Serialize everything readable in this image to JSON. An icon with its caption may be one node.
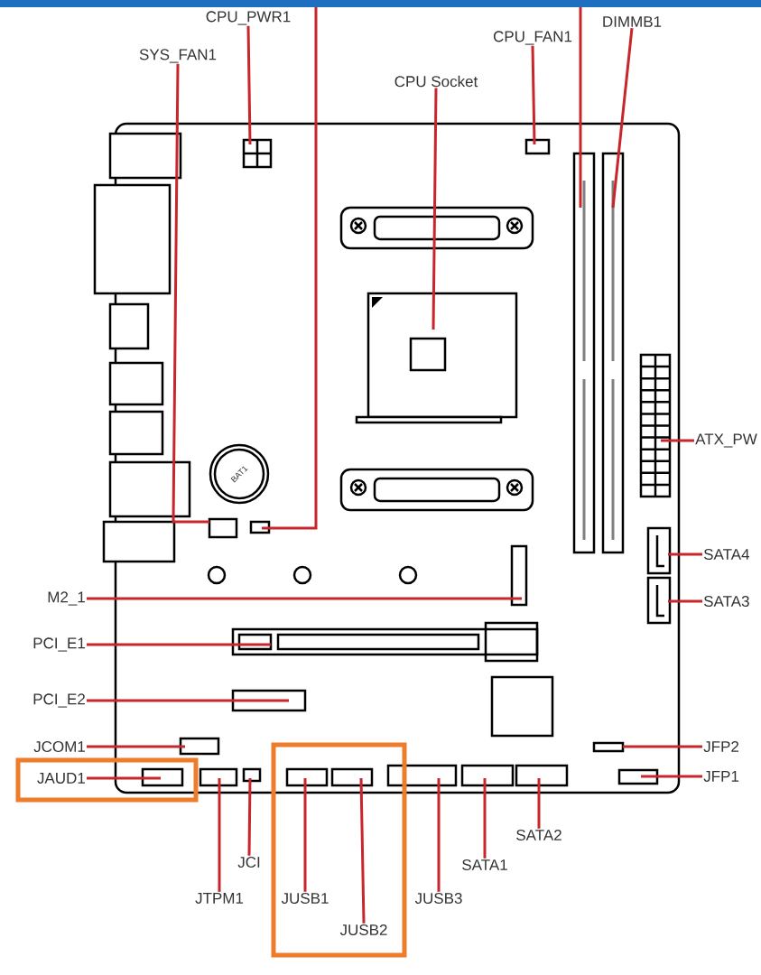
{
  "diagram": {
    "nodes": [
      {
        "text": [
          "SYS_FAN1"
        ]
      },
      {
        "text": [
          "CPU_PWR1"
        ]
      },
      {
        "text": [
          "CPU Socket"
        ]
      },
      {
        "text": [
          "CPU_FAN1"
        ]
      },
      {
        "text": [
          "DIMMB1"
        ]
      },
      {
        "text": [
          "ATX_PW"
        ]
      },
      {
        "text": [
          "SATA4"
        ]
      },
      {
        "text": [
          "SATA3"
        ]
      },
      {
        "text": [
          "M2_1"
        ]
      },
      {
        "text": [
          "PCI_E1"
        ]
      },
      {
        "text": [
          "PCI_E2"
        ]
      },
      {
        "text": [
          "JCOM1"
        ]
      },
      {
        "text": [],
        "shape": "box"
      },
      {
        "text": [
          "JAUD1"
        ],
        "in": 12
      },
      {
        "text": [
          "JTPM1"
        ]
      },
      {
        "text": [
          "JCI"
        ]
      },
      {
        "text": [],
        "shape": "box"
      },
      {
        "text": [
          "JUSB1"
        ],
        "in": 16
      },
      {
        "text": [
          "JUSB2"
        ],
        "in": 16
      },
      {
        "text": [
          "JUSB3"
        ]
      },
      {
        "text": [
          "SATA1"
        ]
      },
      {
        "text": [
          "SATA2"
        ]
      },
      {
        "text": [
          "JFP2"
        ]
      },
      {
        "text": [
          "JFP1"
        ]
      }
    ],
    "edges": [
      {
        "from": 0,
        "to": null,
        "arrow": "none"
      },
      {
        "from": 1,
        "to": null,
        "arrow": "none"
      },
      {
        "from": 2,
        "to": null,
        "arrow": "none"
      },
      {
        "from": 3,
        "to": null,
        "arrow": "none"
      },
      {
        "from": 4,
        "to": null,
        "arrow": "none"
      },
      {
        "from": 5,
        "to": null,
        "arrow": "none"
      },
      {
        "from": 6,
        "to": null,
        "arrow": "none"
      },
      {
        "from": 7,
        "to": null,
        "arrow": "none"
      },
      {
        "from": 8,
        "to": null,
        "arrow": "none"
      },
      {
        "from": 9,
        "to": null,
        "arrow": "none"
      },
      {
        "from": 10,
        "to": null,
        "arrow": "none"
      },
      {
        "from": 11,
        "to": null,
        "arrow": "none"
      },
      {
        "from": 13,
        "to": null,
        "arrow": "none"
      },
      {
        "from": 14,
        "to": null,
        "arrow": "none"
      },
      {
        "from": 15,
        "to": null,
        "arrow": "none"
      },
      {
        "from": 17,
        "to": null,
        "arrow": "none"
      },
      {
        "from": 18,
        "to": null,
        "arrow": "none"
      },
      {
        "from": 19,
        "to": null,
        "arrow": "none"
      },
      {
        "from": 20,
        "to": null,
        "arrow": "none"
      },
      {
        "from": 21,
        "to": null,
        "arrow": "none"
      },
      {
        "from": 22,
        "to": null,
        "arrow": "none"
      },
      {
        "from": 23,
        "to": null,
        "arrow": "none"
      }
    ],
    "labels": [
      "BAT1"
    ]
  }
}
